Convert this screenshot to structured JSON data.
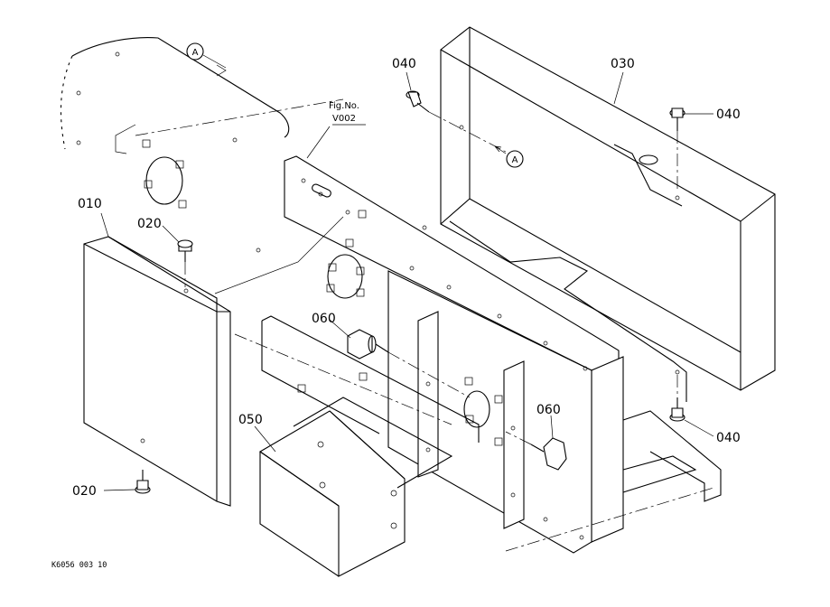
{
  "figure": {
    "fig_ref_line1": "Fig.No.",
    "fig_ref_line2": "V002",
    "drawing_code": "K6056 003 10"
  },
  "callouts": {
    "part_010": "010",
    "part_020_upper": "020",
    "part_020_lower": "020",
    "part_030": "030",
    "part_040_upper_left": "040",
    "part_040_upper_right": "040",
    "part_040_lower": "040",
    "part_050": "050",
    "part_060_left": "060",
    "part_060_right": "060",
    "ref_a_upper": "A",
    "ref_a_lower": "A"
  }
}
